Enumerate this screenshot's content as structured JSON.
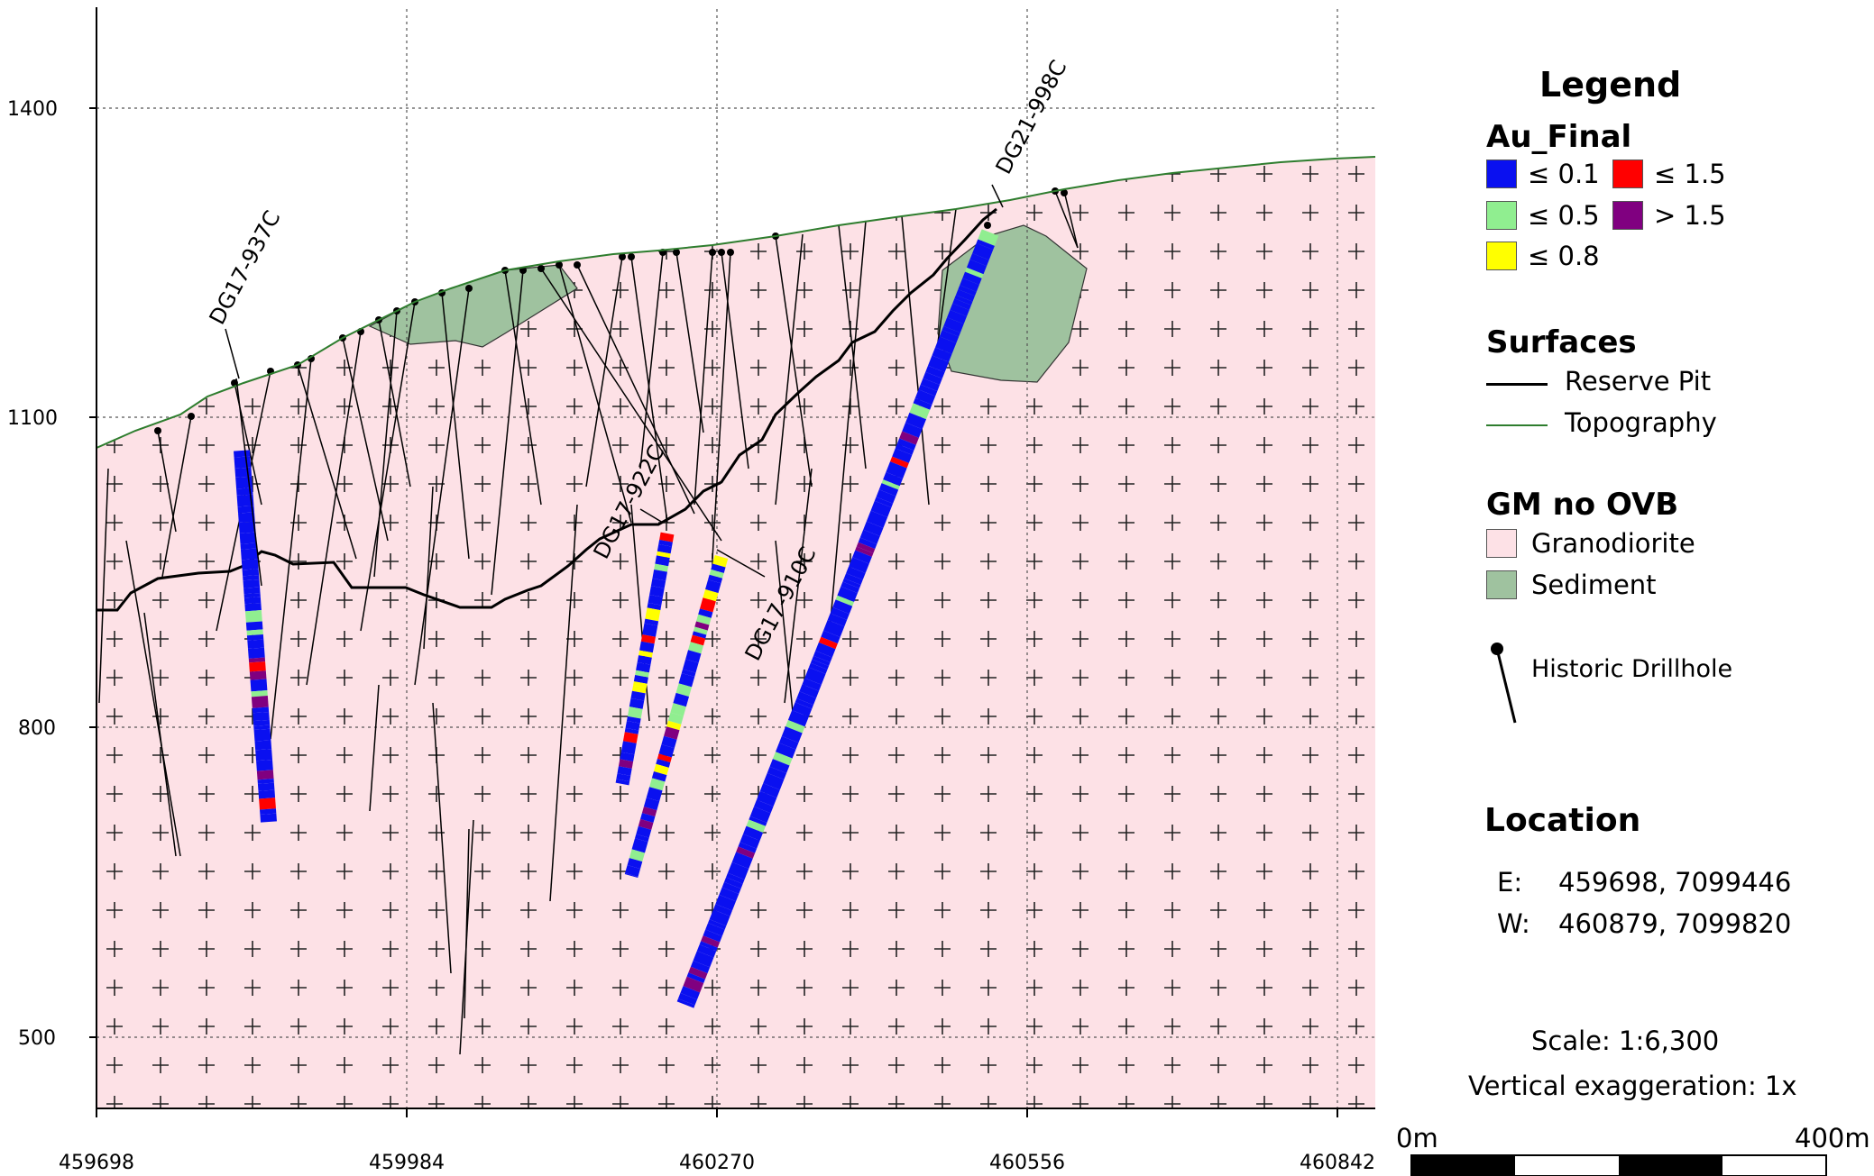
{
  "axes": {
    "x_ticks": [
      "459698",
      "459984",
      "460270",
      "460556",
      "460842"
    ],
    "y_ticks": [
      "1400",
      "1100",
      "800",
      "500"
    ]
  },
  "drillholes": [
    "DG17-937C",
    "DG17-922C",
    "DG17-910C",
    "DG21-998C"
  ],
  "legend": {
    "title": "Legend",
    "au_title": "Au_Final",
    "au_items": [
      {
        "label": "≤ 0.1",
        "color": "#0a10f0"
      },
      {
        "label": "≤ 1.5",
        "color": "#ff0000"
      },
      {
        "label": "≤ 0.5",
        "color": "#90ee90"
      },
      {
        "label": "> 1.5",
        "color": "#800080"
      },
      {
        "label": "≤ 0.8",
        "color": "#ffff00"
      }
    ],
    "surfaces_title": "Surfaces",
    "reserve_pit": "Reserve Pit",
    "topography": "Topography",
    "gm_title": "GM no OVB",
    "granodiorite": "Granodiorite",
    "sediment": "Sediment",
    "historic": "Historic Drillhole",
    "location_title": "Location",
    "loc_e_label": "E:",
    "loc_e_value": "459698, 7099446",
    "loc_w_label": "W:",
    "loc_w_value": "460879, 7099820",
    "scale": "Scale: 1:6,300",
    "vert": "Vertical exaggeration: 1x",
    "scale_left": "0m",
    "scale_right": "400m"
  },
  "colors": {
    "granodiorite": "#fde1e6",
    "sediment": "#9fc29f",
    "topography": "#2e7d2e",
    "reserve_pit": "#000000"
  }
}
